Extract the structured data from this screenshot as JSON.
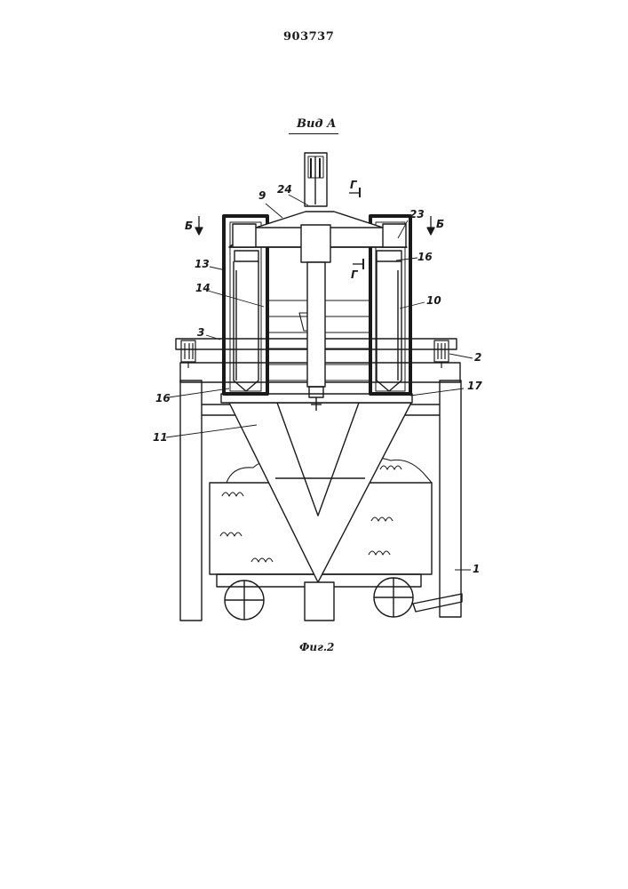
{
  "patent_number": "903737",
  "view_title": "Вид А",
  "figure_caption": "Фиг.2",
  "labels": {
    "l9": "9",
    "l24": "24",
    "g_top": "Г",
    "g_mid": "Г",
    "b_left": "Б",
    "b_right": "Б",
    "l23": "23",
    "l13": "13",
    "l16_right": "16",
    "l14": "14",
    "l10": "10",
    "l3": "3",
    "l2": "2",
    "l16_left": "16",
    "l17": "17",
    "l11": "11",
    "l1": "1"
  }
}
